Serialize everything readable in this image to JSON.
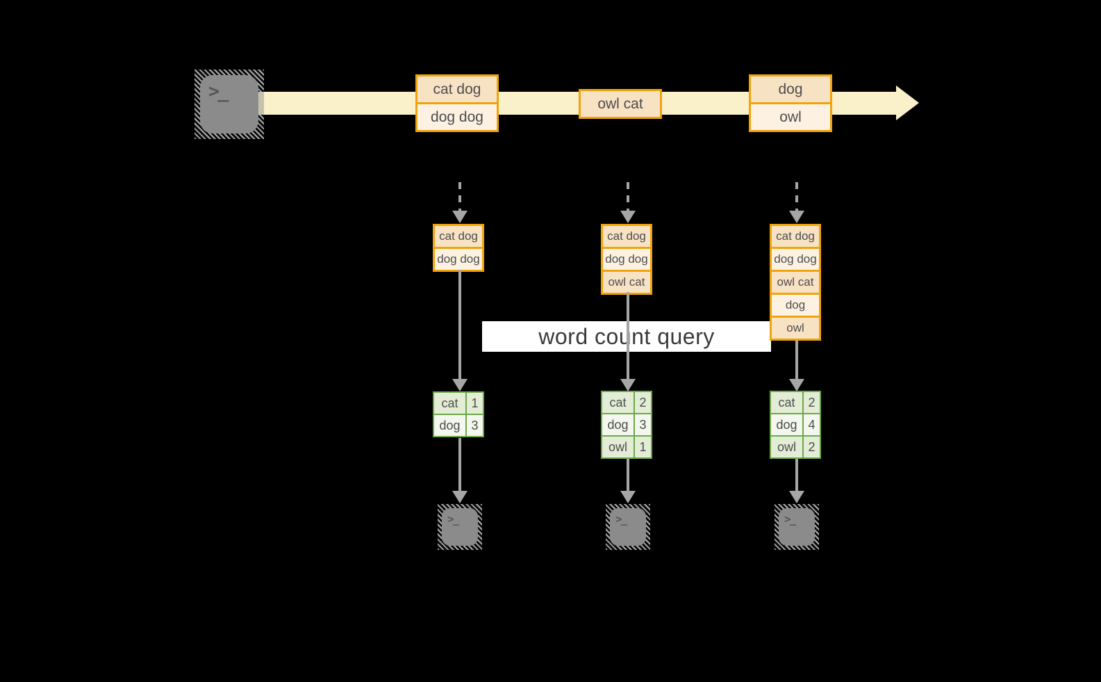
{
  "colors": {
    "background": "#000000",
    "stream_band": "#FAF0CA",
    "event_fill_peach": "#F8E2C4",
    "event_fill_cream": "#FDF2E1",
    "event_border_orange": "#F0A30A",
    "table_border_green": "#6CA848",
    "table_fill_sage": "#E3EDD6",
    "table_fill_light": "#F3F7EE",
    "arrow_gray": "#A6A6A6",
    "terminal_gray": "#8B8B8B",
    "banner_white": "#FFFFFF"
  },
  "icons": {
    "source": "terminal-icon",
    "sink": "terminal-icon",
    "prompt_glyph": ">_"
  },
  "stream": {
    "events": [
      {
        "lines": [
          "cat dog",
          "dog dog"
        ]
      },
      {
        "lines": [
          "owl cat"
        ]
      },
      {
        "lines": [
          "dog",
          "owl"
        ]
      }
    ]
  },
  "query": {
    "label": "word count query"
  },
  "pipelines": [
    {
      "buffer": [
        "cat dog",
        "dog dog"
      ],
      "counts": [
        {
          "word": "cat",
          "count": "1"
        },
        {
          "word": "dog",
          "count": "3"
        }
      ]
    },
    {
      "buffer": [
        "cat dog",
        "dog dog",
        "owl cat"
      ],
      "counts": [
        {
          "word": "cat",
          "count": "2"
        },
        {
          "word": "dog",
          "count": "3"
        },
        {
          "word": "owl",
          "count": "1"
        }
      ]
    },
    {
      "buffer": [
        "cat dog",
        "dog dog",
        "owl cat",
        "dog",
        "owl"
      ],
      "counts": [
        {
          "word": "cat",
          "count": "2"
        },
        {
          "word": "dog",
          "count": "4"
        },
        {
          "word": "owl",
          "count": "2"
        }
      ]
    }
  ]
}
